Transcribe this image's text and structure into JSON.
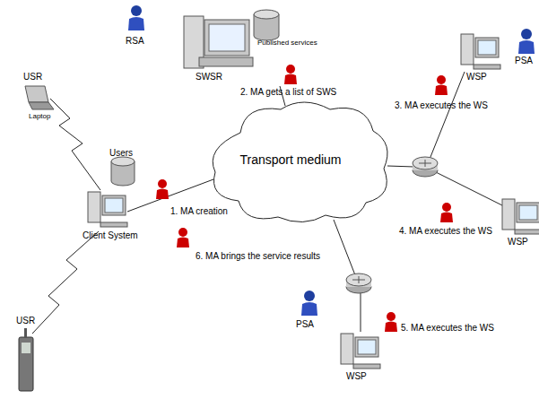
{
  "diagram": {
    "nodes": [
      {
        "text": [
          "Transport medium"
        ]
      }
    ],
    "labels": [
      "RSA",
      "Published services",
      "SWSR",
      "2. MA gets a list of SWS",
      "PSA",
      "WSP",
      "3. MA executes the WS",
      "4. MA executes the WS",
      "WSP",
      "USR",
      "Laptop",
      "Users",
      "1. MA creation",
      "Client System",
      "6. MA brings the service results",
      "USR",
      "5. MA executes the WS",
      "PSA",
      "WSP"
    ]
  }
}
